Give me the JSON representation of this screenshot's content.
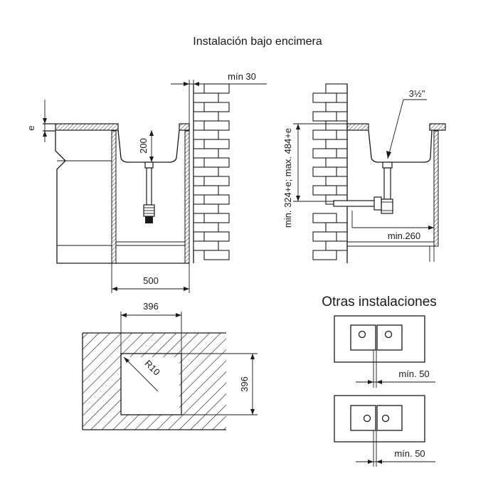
{
  "title": "Instalación bajo encimera",
  "left_view": {
    "wall_gap": "mín 30",
    "edge": "e",
    "depth": "200",
    "width": "500"
  },
  "right_view": {
    "outlet": "3½\"",
    "height_range": "min. 324+e; max. 484+e",
    "min_distance": "min.260"
  },
  "cutout": {
    "width": "396",
    "height": "396",
    "radius": "R10"
  },
  "others": {
    "heading": "Otras instalaciones",
    "gap_top": "mín. 50",
    "gap_bottom": "mín. 50"
  }
}
